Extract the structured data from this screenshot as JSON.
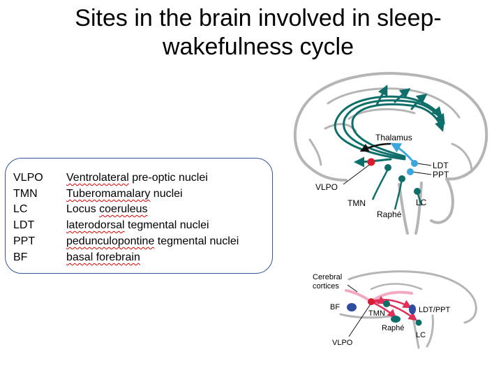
{
  "slide": {
    "title_line1": "Sites in the brain involved in sleep-",
    "title_line2": "wakefulness cycle"
  },
  "abbreviations": [
    {
      "abbr": "VLPO",
      "pre": "",
      "mark": "Ventrolateral",
      "post": " pre-optic nuclei"
    },
    {
      "abbr": "TMN",
      "pre": "",
      "mark": "Tuberomamalary",
      "post": " nuclei"
    },
    {
      "abbr": "LC",
      "pre": "Locus ",
      "mark": "coeruleus",
      "post": ""
    },
    {
      "abbr": "LDT",
      "pre": "",
      "mark": "laterodorsal",
      "post": " tegmental nuclei"
    },
    {
      "abbr": "PPT",
      "pre": "",
      "mark": "pedunculopontine",
      "post": " tegmental nuclei"
    },
    {
      "abbr": "BF",
      "pre": "",
      "mark": "basal forebrain",
      "post": ""
    }
  ],
  "diagram_top": {
    "labels": {
      "thalamus": "Thalamus",
      "ldt": "LDT",
      "ppt": "PPT",
      "vlpo": "VLPO",
      "tmn": "TMN",
      "raphe": "Raphé",
      "lc": "LC"
    },
    "colors": {
      "pathway": "#0e6f6a",
      "cholinergic": "#3aa6dc",
      "vlpo": "#d91d2e",
      "inhibitory": "#111111",
      "outline": "#b5b5b5"
    }
  },
  "diagram_bottom": {
    "labels": {
      "cerebral_cortices_line1": "Cerebral",
      "cerebral_cortices_line2": "cortices",
      "bf": "BF",
      "tmn": "TMN",
      "ldt_ppt": "LDT/PPT",
      "raphe": "Raphé",
      "lc": "LC",
      "vlpo": "VLPO"
    },
    "colors": {
      "inhibitory": "#e0305a",
      "inhibitory_light": "#f3a9c3",
      "bf": "#2e4da0",
      "nuclei": "#0e6f6a",
      "outline": "#b5b5b5"
    }
  }
}
